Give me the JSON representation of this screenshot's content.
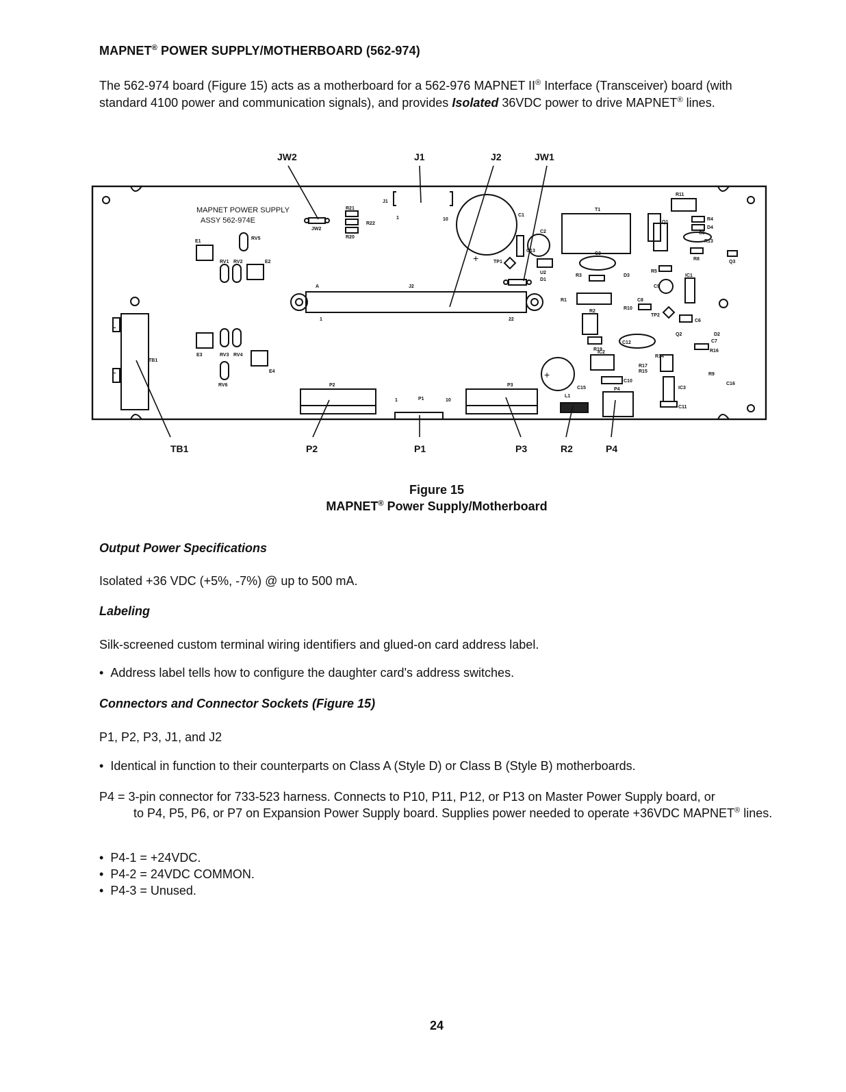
{
  "heading": {
    "prefix": "MAPNET",
    "reg": "®",
    "rest": " POWER SUPPLY/MOTHERBOARD (562-974)"
  },
  "intro": {
    "part1": "The 562-974 board (Figure 15) acts as a motherboard for a 562-976 MAPNET II",
    "reg1": "®",
    "part2": " Interface (Transceiver) board (with standard 4100 power and communication signals), and provides ",
    "emph": "Isolated",
    "part3": " 36VDC power to drive MAPNET",
    "reg2": "®",
    "part4": " lines."
  },
  "diagram": {
    "callouts_top": [
      "JW2",
      "J1",
      "J2",
      "JW1"
    ],
    "callouts_bottom": [
      "TB1",
      "P2",
      "P1",
      "P3",
      "R2",
      "P4"
    ],
    "silkscreen": {
      "line1": "MAPNET POWER SUPPLY",
      "line2": "ASSY 562-974E",
      "jw2": "JW2",
      "j1": "J1",
      "j2": "J2",
      "tb1": "TB1",
      "p1": "P1",
      "p2": "P2",
      "p3": "P3",
      "p4": "P4",
      "rv5": "RV5",
      "rv1": "RV1",
      "rv2": "RV2",
      "rv3": "RV3",
      "rv4": "RV4",
      "rv6": "RV6",
      "e1": "E1",
      "e2": "E2",
      "e3": "E3",
      "e4": "E4",
      "r21": "R21",
      "r22": "R22",
      "r20": "R20",
      "c1": "C1",
      "c2": "C2",
      "c13": "C13",
      "tp1": "TP1",
      "u2": "U2",
      "d1": "D1",
      "t1": "T1",
      "r11": "R11",
      "q1": "Q1",
      "r4": "R4",
      "d4": "D4",
      "c5": "C5",
      "r13": "R13",
      "r8": "R8",
      "q3": "Q3",
      "c3": "C3",
      "r3": "R3",
      "d3": "D3",
      "r5": "R5",
      "ic1": "IC1",
      "c9": "C9",
      "r1": "R1",
      "c8": "C8",
      "r2": "R2",
      "r10": "R10",
      "tp2": "TP2",
      "c6": "C6",
      "r19": "R19",
      "q2": "Q2",
      "d2": "D2",
      "c12": "C12",
      "c7": "C7",
      "r16": "R16",
      "r14": "R14",
      "ic2": "IC2",
      "r17": "R17",
      "r15": "R15",
      "r9": "R9",
      "c16": "C16",
      "c10": "C10",
      "ic3": "IC3",
      "l1": "L1",
      "c15": "C15",
      "c11": "C11",
      "pin_1": "1",
      "pin_10": "10",
      "pin_22": "22",
      "pin_a": "A",
      "plus": "+",
      "minus": "-"
    }
  },
  "caption": {
    "line1": "Figure 15",
    "line2_prefix": "MAPNET",
    "line2_reg": "®",
    "line2_rest": " Power Supply/Motherboard"
  },
  "sections": {
    "output_title": "Output Power Specifications",
    "output_text": "Isolated +36 VDC (+5%, -7%) @ up to 500 mA.",
    "labeling_title": "Labeling",
    "labeling_text": "Silk-screened custom terminal wiring identifiers and glued-on card address label.",
    "labeling_bullet": "Address label tells how to configure the daughter card's address switches.",
    "connectors_title": "Connectors and Connector Sockets (Figure 15)",
    "connectors_text": "P1, P2, P3, J1, and J2",
    "connectors_bullet": "Identical in function to their counterparts on Class A (Style D) or Class B (Style B) motherboards.",
    "p4_line1": "P4 = 3-pin connector for 733-523 harness. Connects to P10, P11, P12, or P13 on Master Power Supply board, or",
    "p4_cont": "to P4, P5, P6, or P7 on Expansion Power Supply board. Supplies power needed to operate +36VDC MAPNET",
    "p4_reg": "®",
    "p4_end": " lines.",
    "p4_pins": [
      "P4-1 = +24VDC.",
      "P4-2 = 24VDC COMMON.",
      "P4-3 = Unused."
    ]
  },
  "page_number": "24"
}
